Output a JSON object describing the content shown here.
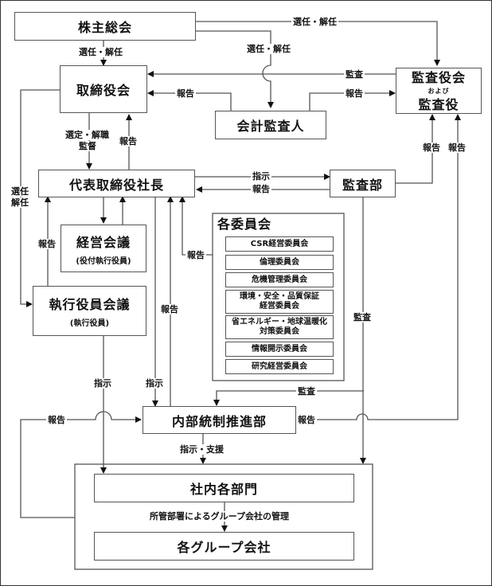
{
  "diagram": {
    "type": "corporate-governance-structure",
    "nodes": {
      "shareholders_meeting": "株主総会",
      "board_of_directors": "取締役会",
      "accounting_auditor": "会計監査人",
      "audit_board": {
        "line1": "監査役会",
        "connector": "および",
        "line2": "監査役"
      },
      "president": "代表取締役社長",
      "audit_department": "監査部",
      "management_meeting": {
        "title": "経営会議",
        "members": "(役付執行役員)"
      },
      "executive_officers_meeting": {
        "title": "執行役員会議",
        "members": "(執行役員)"
      },
      "committees": {
        "title": "各委員会",
        "items": [
          {
            "line1": "CSR経営委員会"
          },
          {
            "line1": "倫理委員会"
          },
          {
            "line1": "危機管理委員会"
          },
          {
            "line1": "環境・安全・品質保証",
            "line2": "経営委員会"
          },
          {
            "line1": "省エネルギー・地球温暖化",
            "line2": "対策委員会"
          },
          {
            "line1": "情報開示委員会"
          },
          {
            "line1": "研究経営委員会"
          }
        ]
      },
      "internal_control_dept": "内部統制推進部",
      "internal_divisions": "社内各部門",
      "group_companies": "各グループ会社"
    },
    "edge_labels": {
      "appoint_dismiss_board": "選任・解任",
      "appoint_dismiss_auditor": "選任・解任",
      "appoint_dismiss_accounting": "選任・解任",
      "audit_board_to_directors": "監査",
      "accounting_report_board": "報告",
      "accounting_report_auditors": "報告",
      "select_dismiss_supervise_1": "選定・解職",
      "select_dismiss_supervise_2": "監督",
      "president_report_board": "報告",
      "appoint_dismiss_exec_1": "選任",
      "appoint_dismiss_exec_2": "解任",
      "instruct_audit_dept": "指示",
      "audit_dept_report": "報告",
      "audit_dept_report_auditors": "報告",
      "internal_control_report_auditors": "報告",
      "exec_report_president": "報告",
      "committee_report": "報告",
      "internal_control_report_president": "報告",
      "audit_dept_audit": "監査",
      "audit_internal_control": "監査",
      "exec_instruct": "指示",
      "president_instruct": "指示",
      "divisions_report": "報告",
      "internal_control_report": "報告",
      "instruct_support": "指示・支援",
      "group_management": "所管部署によるグループ会社の管理"
    }
  }
}
